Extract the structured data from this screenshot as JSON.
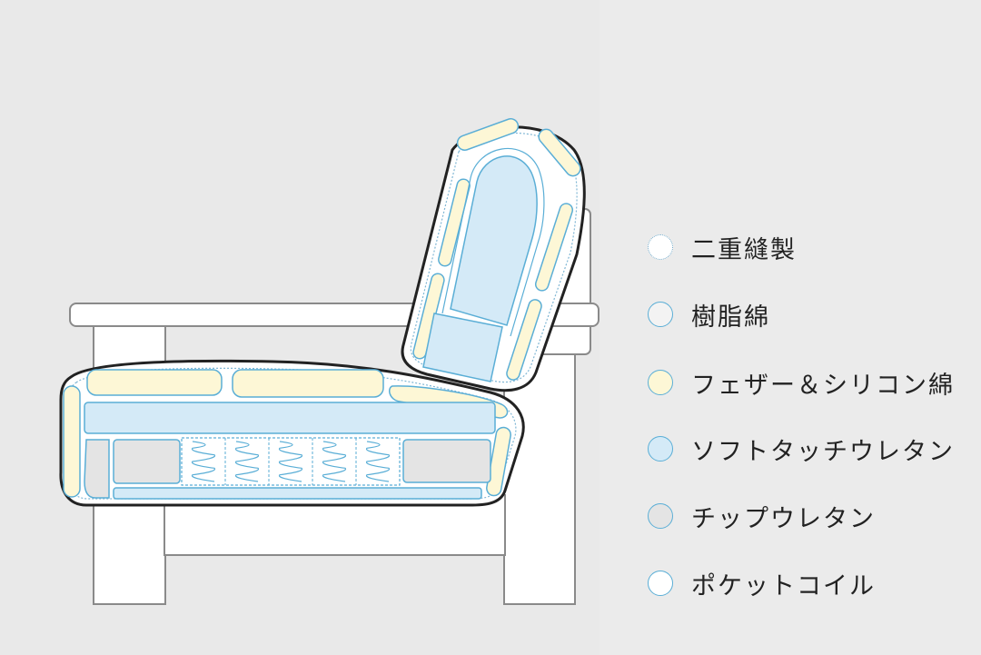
{
  "legend": {
    "items": [
      {
        "label": "二重縫製",
        "color": "#ffffff",
        "icon": "double-stitch-swatch"
      },
      {
        "label": "樹脂綿",
        "color": "#f3f3f3",
        "icon": "resin-cotton-swatch"
      },
      {
        "label": "フェザー＆シリコン綿",
        "color": "#fdf7d6",
        "icon": "feather-silicone-swatch"
      },
      {
        "label": "ソフトタッチウレタン",
        "color": "#d4eaf7",
        "icon": "soft-touch-urethane-swatch"
      },
      {
        "label": "チップウレタン",
        "color": "#e4e4e4",
        "icon": "chip-urethane-swatch"
      },
      {
        "label": "ポケットコイル",
        "color": "#ffffff",
        "icon": "pocket-coil-swatch"
      }
    ]
  },
  "colors": {
    "background": "#ebebeb",
    "outline_blue": "#5aaed6",
    "frame": "#ffffff",
    "frame_stroke": "#8a8a8a",
    "cushion_outline": "#222222"
  }
}
